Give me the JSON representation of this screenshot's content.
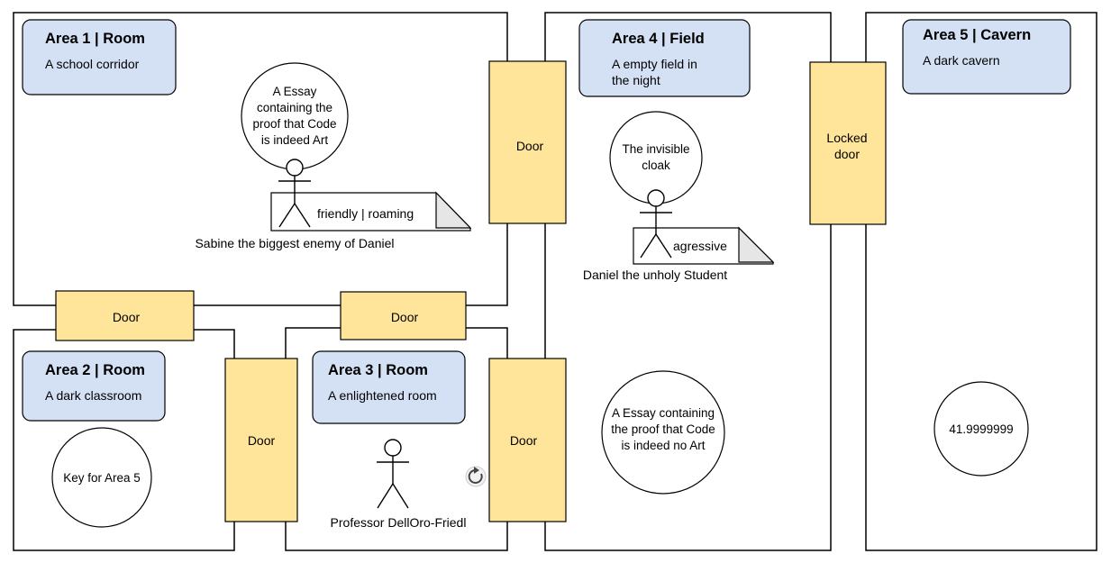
{
  "areas": [
    {
      "title": "Area 1 | Room",
      "description": "A school corridor"
    },
    {
      "title": "Area 2 | Room",
      "description": "A dark classroom"
    },
    {
      "title": "Area 3 | Room",
      "description": "A enlightened room"
    },
    {
      "title": "Area 4 | Field",
      "description_lines": [
        "A empty field in",
        "the night"
      ]
    },
    {
      "title": "Area 5 | Cavern",
      "description": "A dark cavern"
    }
  ],
  "doors": {
    "door_label": "Door",
    "locked_door_lines": [
      "Locked",
      "door"
    ]
  },
  "items": {
    "essay_art_lines": [
      "A Essay",
      "containing the",
      "proof that Code",
      "is indeed Art"
    ],
    "invisible_cloak_lines": [
      "The invisible",
      "cloak"
    ],
    "key_area5": "Key for Area 5",
    "essay_no_art_lines": [
      "A Essay containing",
      "the proof that Code",
      "is indeed no Art"
    ],
    "number_item": "41.9999999"
  },
  "characters": {
    "sabine": {
      "name": "Sabine the biggest enemy of Daniel",
      "note": "friendly | roaming"
    },
    "daniel": {
      "name": "Daniel the unholy Student",
      "note": "agressive"
    },
    "professor": {
      "name": "Professor DellOro-Friedl"
    }
  }
}
